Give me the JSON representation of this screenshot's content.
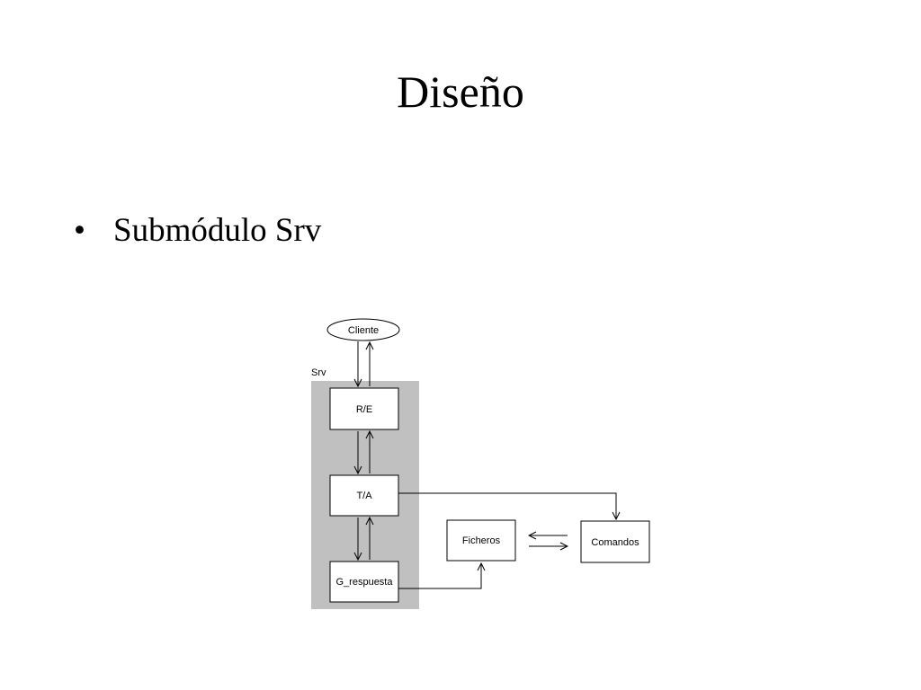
{
  "slide": {
    "title": "Diseño",
    "bullets": [
      {
        "text": "Submódulo Srv"
      }
    ]
  },
  "diagram": {
    "container_label": "Srv",
    "nodes": {
      "cliente": "Cliente",
      "re": "R/E",
      "ta": "T/A",
      "g_respuesta": "G_respuesta",
      "ficheros": "Ficheros",
      "comandos": "Comandos"
    },
    "colors": {
      "container_fill": "#c0c0c0",
      "box_fill": "#ffffff",
      "stroke": "#000000"
    }
  }
}
